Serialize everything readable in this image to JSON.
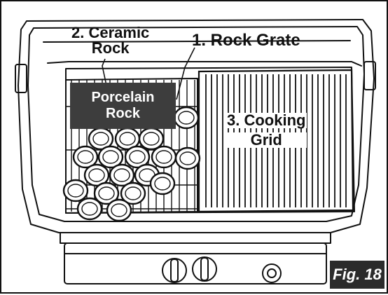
{
  "labels": {
    "ceramic_rock_line1": "2. Ceramic",
    "ceramic_rock_line2": "Rock",
    "rock_grate": "1. Rock Grate",
    "cooking_grid_line1": "3. Cooking",
    "cooking_grid_line2": "Grid",
    "porcelain_line1": "Porcelain",
    "porcelain_line2": "Rock"
  },
  "figure": {
    "label": "Fig. 18"
  },
  "colors": {
    "ink": "#111111",
    "callout_box": "#3d3d3d",
    "fig_badge": "#2b2b2b",
    "background": "#ffffff"
  }
}
